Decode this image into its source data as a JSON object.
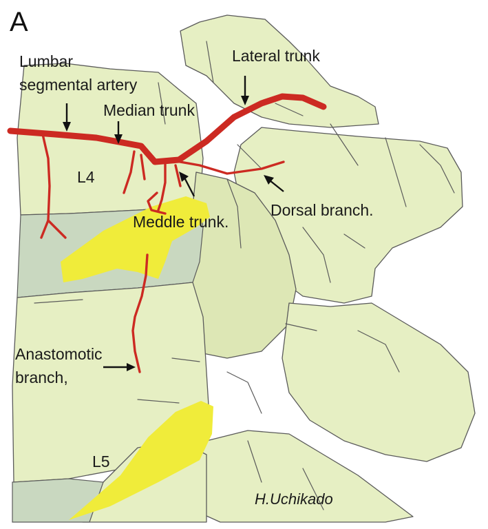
{
  "panel_letter": "A",
  "labels": {
    "lumbar_line1": "Lumbar",
    "lumbar_line2": "segmental artery",
    "lateral_trunk": "Lateral trunk",
    "median_trunk": "Median trunk",
    "l4": "L4",
    "meddle_trunk": "Meddle trunk.",
    "dorsal_branch": "Dorsal branch.",
    "anastomotic_line1": "Anastomotic",
    "anastomotic_line2": "branch,",
    "l5": "L5"
  },
  "signature": "H.Uchikado",
  "colors": {
    "bone": "#e6efc3",
    "disc": "#c9d8c0",
    "nerve": "#f0ec3a",
    "artery": "#cc2a22",
    "outline": "#5a5a5a"
  }
}
